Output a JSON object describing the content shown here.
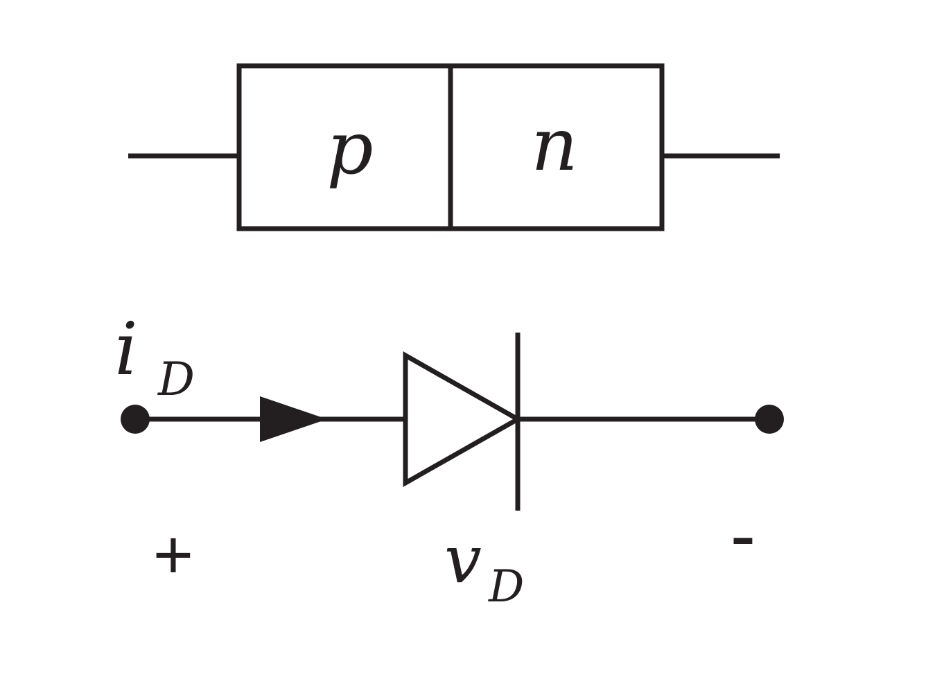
{
  "figure": {
    "description": "pn junction block diagram and diode circuit symbol"
  },
  "colors": {
    "ink": "#231f20",
    "background": "#ffffff"
  },
  "pn_junction": {
    "p_label": "p",
    "n_label": "n"
  },
  "diode_symbol": {
    "current_label": "i",
    "current_subscript": "D",
    "voltage_label": "v",
    "voltage_subscript": "D",
    "positive_terminal": "+",
    "negative_terminal": "-"
  }
}
